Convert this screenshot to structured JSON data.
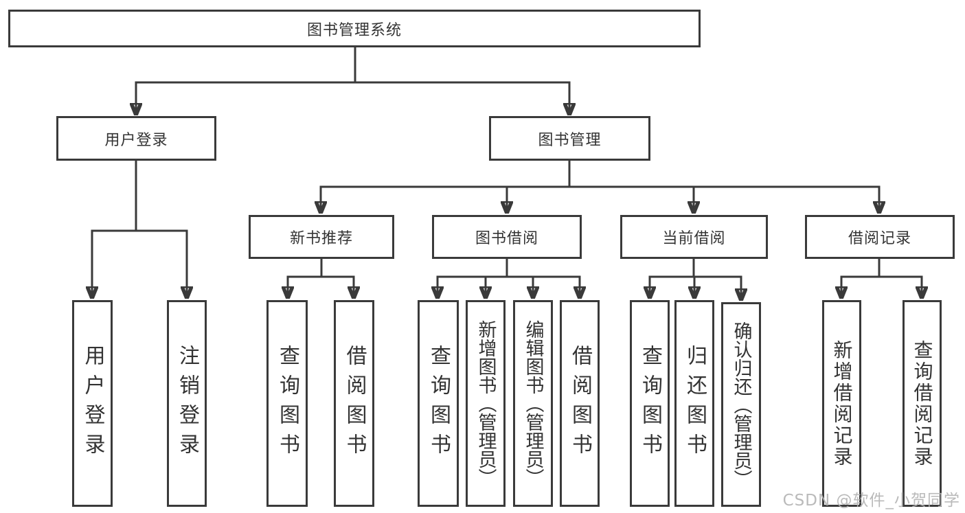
{
  "nodes": {
    "root": "图书管理系统",
    "user_login": "用户登录",
    "book_management": "图书管理",
    "new_book_recommend": "新书推荐",
    "book_borrowing": "图书借阅",
    "current_borrowing": "当前借阅",
    "borrowing_records": "借阅记录",
    "leaf_user_login": "用户登录",
    "leaf_logout": "注销登录",
    "leaf_nb_query_books": "查询图书",
    "leaf_nb_borrow_books": "借阅图书",
    "leaf_bb_query_books": "查询图书",
    "leaf_bb_add_books": "新增图书（管理员）",
    "leaf_bb_edit_books": "编辑图书（管理员）",
    "leaf_bb_borrow_books": "借阅图书",
    "leaf_cb_query_books": "查询图书",
    "leaf_cb_return_books": "归还图书",
    "leaf_cb_confirm_return": "确认归还（管理员）",
    "leaf_br_add_record": "新增借阅记录",
    "leaf_br_query_record": "查询借阅记录"
  },
  "watermark": "CSDN @软件_小贺同学",
  "colors": {
    "line": "#3a3a3a",
    "text": "#333333",
    "watermark": "#b3b3b3",
    "background": "#ffffff"
  }
}
